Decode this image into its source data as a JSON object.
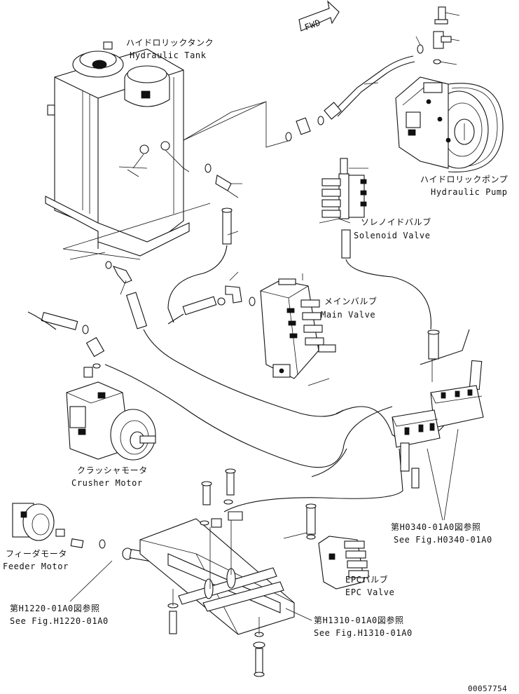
{
  "fwd_label": "FWD",
  "labels": {
    "tank_jp": "ハイドロリックタンク",
    "tank_en": "Hydraulic Tank",
    "pump_jp": "ハイドロリックポンプ",
    "pump_en": "Hydraulic Pump",
    "solenoid_jp": "ソレノイドバルブ",
    "solenoid_en": "Solenoid Valve",
    "main_jp": "メインバルブ",
    "main_en": "Main Valve",
    "crusher_jp": "クラッシャモータ",
    "crusher_en": "Crusher Motor",
    "feeder_jp": "フィーダモータ",
    "feeder_en": "Feeder Motor",
    "epc_jp": "EPCバルブ",
    "epc_en": "EPC Valve"
  },
  "refs": {
    "h0340_jp": "第H0340-01A0図参照",
    "h0340_en": "See Fig.H0340-01A0",
    "h1220_jp": "第H1220-01A0図参照",
    "h1220_en": "See Fig.H1220-01A0",
    "h1310_jp": "第H1310-01A0図参照",
    "h1310_en": "See Fig.H1310-01A0"
  },
  "drawing_number": "00057754"
}
